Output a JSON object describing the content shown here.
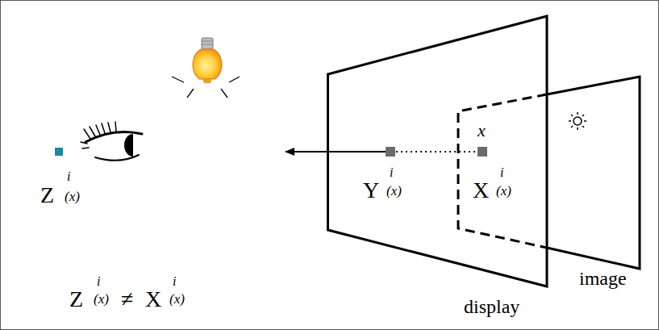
{
  "diagram": {
    "nodes": [
      {
        "text": [
          "display"
        ]
      },
      {
        "text": [
          "image"
        ]
      }
    ],
    "labels": [
      "Z",
      "i",
      "(x)",
      "Y",
      "i",
      "(x)",
      "x",
      "X",
      "i",
      "(x)",
      "Z",
      "i",
      "(x)",
      "≠",
      "X",
      "i",
      "(x)"
    ]
  }
}
